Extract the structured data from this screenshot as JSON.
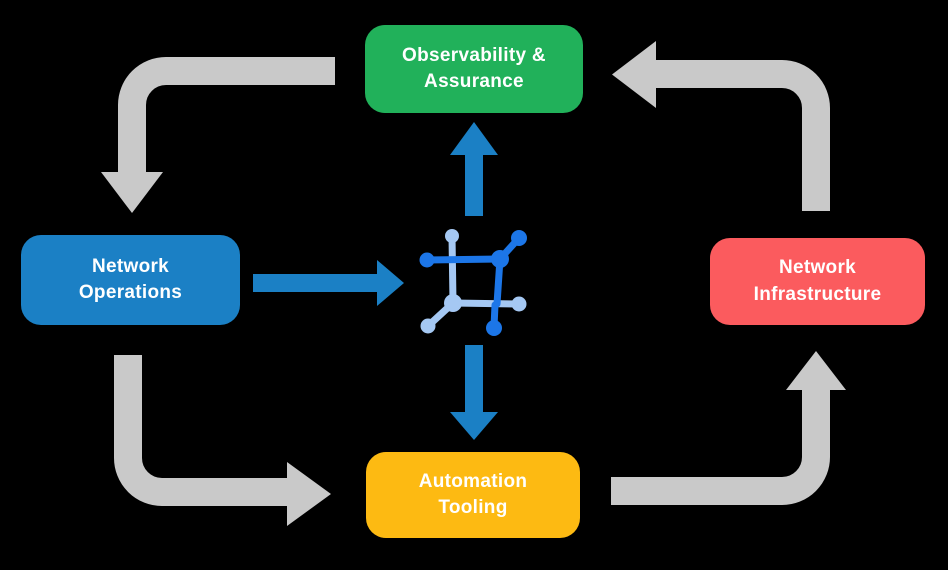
{
  "diagram": {
    "background_color": "#000000",
    "nodes": [
      {
        "id": "observability-assurance",
        "label": "Observability &\nAssurance",
        "color": "#21B15A",
        "text_color": "#FFFFFF",
        "position": "top-center"
      },
      {
        "id": "network-operations",
        "label": "Network\nOperations",
        "color": "#1B80C5",
        "text_color": "#FFFFFF",
        "position": "middle-left"
      },
      {
        "id": "network-infrastructure",
        "label": "Network\nInfrastructure",
        "color": "#FB5B5E",
        "text_color": "#FFFFFF",
        "position": "middle-right"
      },
      {
        "id": "automation-tooling",
        "label": "Automation\nTooling",
        "color": "#FDBA12",
        "text_color": "#FFFFFF",
        "position": "bottom-center"
      }
    ],
    "center_icon": {
      "name": "network-fabric-icon",
      "description": "square mesh of connected nodes",
      "color_dark": "#1C76E8",
      "color_light": "#A5C8F3"
    },
    "colors": {
      "cycle_arrow_gray": "#C9C9C9",
      "flow_arrow_blue": "#1B80C5"
    },
    "flows": [
      {
        "from": "Observability & Assurance",
        "to": "Network Operations",
        "style": "gray-elbow"
      },
      {
        "from": "Network Operations",
        "to": "Automation Tooling",
        "style": "gray-elbow"
      },
      {
        "from": "Automation Tooling",
        "to": "Network Infrastructure",
        "style": "gray-elbow"
      },
      {
        "from": "Network Infrastructure",
        "to": "Observability & Assurance",
        "style": "gray-elbow"
      },
      {
        "from": "Network Operations",
        "to": "center-icon",
        "style": "blue-straight"
      },
      {
        "from": "center-icon",
        "to": "Observability & Assurance",
        "style": "blue-straight"
      },
      {
        "from": "center-icon",
        "to": "Automation Tooling",
        "style": "blue-straight"
      }
    ]
  }
}
